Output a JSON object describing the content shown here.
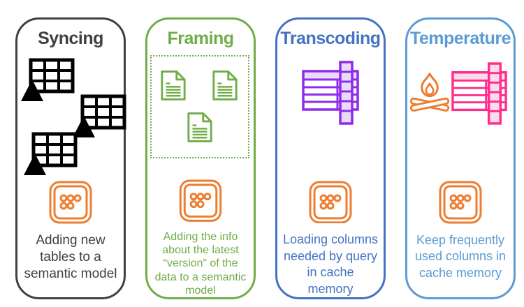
{
  "panels": [
    {
      "id": "syncing",
      "title": "Syncing",
      "caption": "Adding new\ntables to a\nsemantic model",
      "accent": "#404040"
    },
    {
      "id": "framing",
      "title": "Framing",
      "caption": "Adding the info\nabout the latest\n“version” of the\ndata to a semantic\nmodel",
      "accent": "#70AD47"
    },
    {
      "id": "transcoding",
      "title": "Transcoding",
      "caption": "Loading columns\nneeded by query\nin cache\nmemory",
      "accent": "#4472C4"
    },
    {
      "id": "temperature",
      "title": "Temperature",
      "caption": "Keep frequently\nused columns in\ncache memory",
      "accent": "#5B9BD5"
    }
  ],
  "icons": {
    "syncing_tables": "black-table-icon x3",
    "framing_documents": "document-icon x3 inside dotted frame",
    "semantic_model": "orange rounded square with 5 dots (shown in every panel)",
    "transcoding_table": "table with extracted column cached",
    "temperature_campfire": "campfire (hot data)",
    "temperature_table": "table with extracted column cached"
  },
  "colors": {
    "gray": "#404040",
    "green": "#70AD47",
    "blue": "#4472C4",
    "lightblue": "#5B9BD5",
    "orange": "#ED7D31",
    "black": "#000000",
    "purple": "#8F2BEC",
    "purplefill": "#EADCF9",
    "pink": "#FF2E8C",
    "pinkfill": "#FCDCEC"
  }
}
